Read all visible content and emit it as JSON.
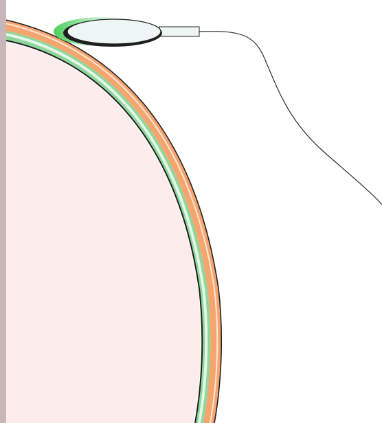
{
  "diagram": {
    "colors": {
      "background": "#ffffff",
      "left_edge_strip": "#c9b6b8",
      "outer_layer": "#f6a56f",
      "outer_layer_highlight": "#fde7d8",
      "middle_layer": "#8fd69a",
      "middle_layer_highlight": "#e5f7e8",
      "inner_fill": "#fdecec",
      "outline": "#1f1f1f",
      "electrode_disc": "#eef5f5",
      "electrode_gel": "#4fcf5f",
      "electrode_gel_light": "#d9f7dc",
      "wire": "#2a2a2a"
    },
    "components": [
      "left-edge-strip",
      "outer-layer-arc",
      "middle-layer-arc",
      "inner-body",
      "electrode-pad",
      "electrode-connector",
      "lead-wire"
    ]
  }
}
